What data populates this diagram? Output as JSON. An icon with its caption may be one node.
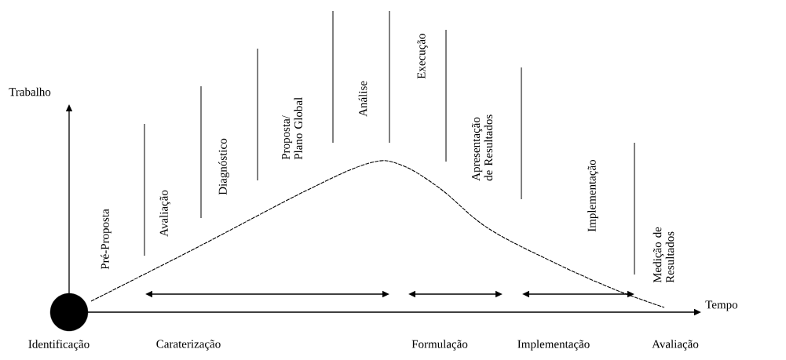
{
  "diagram": {
    "nodes": [
      {
        "text": [],
        "shape": "circle"
      }
    ],
    "labels": [
      "Trabalho",
      "Pré-Proposta",
      "Avaliação",
      "Diagnóstico",
      "Proposta/ Plano Global",
      "Análise",
      "Execução",
      "Apresentação de Resultados",
      "Implementação",
      "Medição de Resultados",
      "Tempo",
      "Identificação",
      "Caraterização",
      "Formulação",
      "Implementação",
      "Avaliação"
    ]
  }
}
